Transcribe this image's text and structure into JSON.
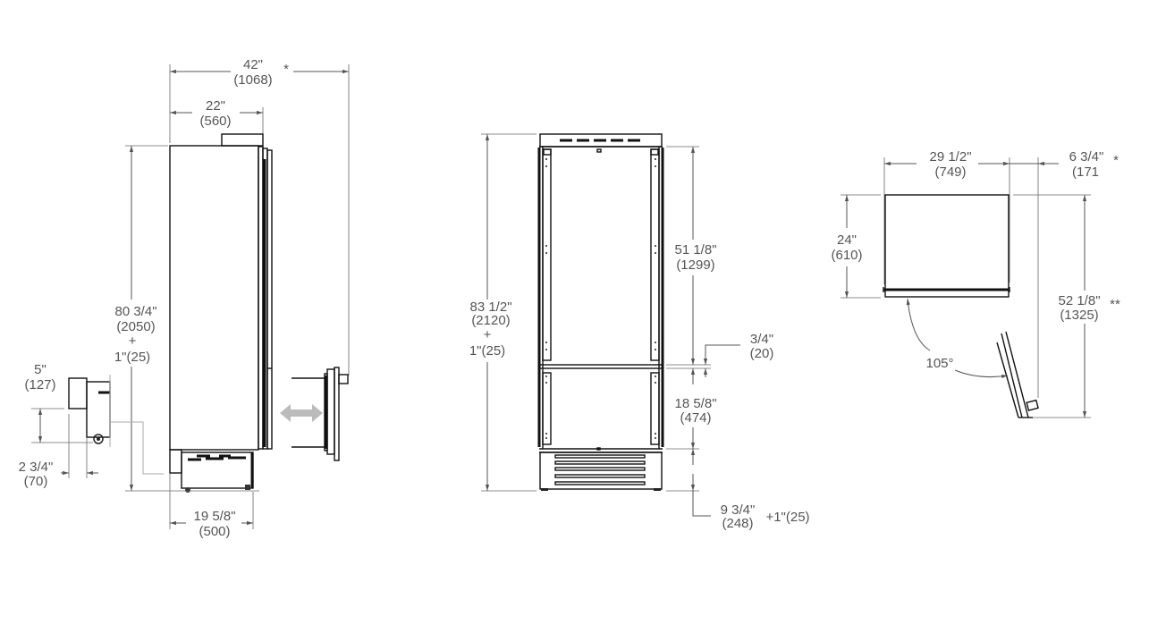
{
  "side_view": {
    "overall_depth_door_open": {
      "imperial": "42\"",
      "metric": "(1068)",
      "note": "*"
    },
    "cabinet_depth": {
      "imperial": "22\"",
      "metric": "(560)"
    },
    "height": {
      "imperial": "80 3/4\"",
      "metric": "(2050)",
      "plus": "+",
      "adjust": "1\"(25)"
    },
    "kick_height": {
      "imperial": "5\"",
      "metric": "(127)"
    },
    "kick_depth": {
      "imperial": "2 3/4\"",
      "metric": "(70)"
    },
    "base_depth": {
      "imperial": "19 5/8\"",
      "metric": "(500)"
    }
  },
  "front_view": {
    "overall_height": {
      "imperial": "83 1/2\"",
      "metric": "(2120)",
      "plus": "+",
      "adjust": "1\"(25)"
    },
    "upper_door": {
      "imperial": "51 1/8\"",
      "metric": "(1299)"
    },
    "gap": {
      "imperial": "3/4\"",
      "metric": "(20)"
    },
    "lower_door": {
      "imperial": "18 5/8\"",
      "metric": "(474)"
    },
    "grille": {
      "imperial": "9 3/4\"",
      "metric": "(248)",
      "adjust": "+1\"(25)"
    }
  },
  "top_view": {
    "width": {
      "imperial": "29 1/2\"",
      "metric": "(749)"
    },
    "door_clearance": {
      "imperial": "6 3/4\"",
      "metric": "(171",
      "note": "*"
    },
    "depth": {
      "imperial": "24\"",
      "metric": "(610)"
    },
    "depth_door_open": {
      "imperial": "52 1/8\"",
      "metric": "(1325)",
      "note": "**"
    },
    "door_swing": "105°"
  },
  "colors": {
    "dimension": "#555555",
    "object": "#111111",
    "arrow": "#bbbbbb"
  }
}
